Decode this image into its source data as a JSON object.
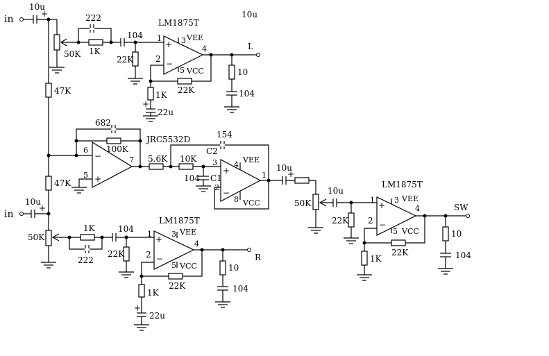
{
  "diagram": {
    "type": "circuit-schematic",
    "title": "",
    "inputs": {
      "left": "in",
      "right": "in"
    },
    "outputs": {
      "left": "L",
      "right": "R",
      "sub": "SW"
    },
    "stray_label": "10u",
    "left_channel": {
      "input_cap": "10u",
      "pot": "50K",
      "bass_cap": "222",
      "bass_res": "1K",
      "coupling_cap": "104",
      "input_res": "22K",
      "amp": {
        "name": "LM1875T",
        "pin_in_plus": "1",
        "pin_in_minus": "2",
        "pin_vee": "3",
        "pin_out": "4",
        "pin_vcc": "5",
        "vee": "VEE",
        "vcc": "VCC"
      },
      "feedback_res": "22K",
      "gain_res": "1K",
      "gain_cap": "22u",
      "zobel_res": "10",
      "zobel_cap": "104"
    },
    "mixer": {
      "sum_res_top": "47K",
      "sum_res_bottom": "47K",
      "fb_cap": "682",
      "fb_res": "100K",
      "amp": {
        "name": "JRC5532D",
        "pin_minus": "6",
        "pin_plus": "5",
        "pin_out": "7"
      },
      "series_res": "5.6K"
    },
    "lowpass": {
      "res": "10K",
      "c2_value": "154",
      "c2_name": "C2",
      "c1_value": "104",
      "c1_name": "C1",
      "amp": {
        "pin_plus": "3",
        "pin_minus": "2",
        "pin_vee": "4",
        "pin_vcc": "8",
        "pin_out": "1",
        "vee": "VEE",
        "vcc": "VCC"
      },
      "out_cap": "10u",
      "pot": "50K"
    },
    "sub_channel": {
      "coupling_cap": "10u",
      "input_res": "22K",
      "amp": {
        "name": "LM1875T",
        "pin_in_plus": "1",
        "pin_in_minus": "2",
        "pin_vee": "3",
        "pin_out": "4",
        "pin_vcc": "5",
        "vee": "VEE",
        "vcc": "VCC"
      },
      "feedback_res": "22K",
      "gain_res": "1K",
      "zobel_res": "10",
      "zobel_cap": "104"
    },
    "right_channel": {
      "input_cap": "10u",
      "pot": "50K",
      "bass_res": "1K",
      "bass_cap": "222",
      "coupling_cap": "104",
      "input_res": "22K",
      "amp": {
        "name": "LM1875T",
        "pin_in_plus": "1",
        "pin_in_minus": "2",
        "pin_vee": "3",
        "pin_out": "4",
        "pin_vcc": "5",
        "vee": "VEE",
        "vcc": "VCC"
      },
      "feedback_res": "22K",
      "gain_res": "1K",
      "gain_cap": "22u",
      "zobel_res": "10",
      "zobel_cap": "104"
    }
  }
}
